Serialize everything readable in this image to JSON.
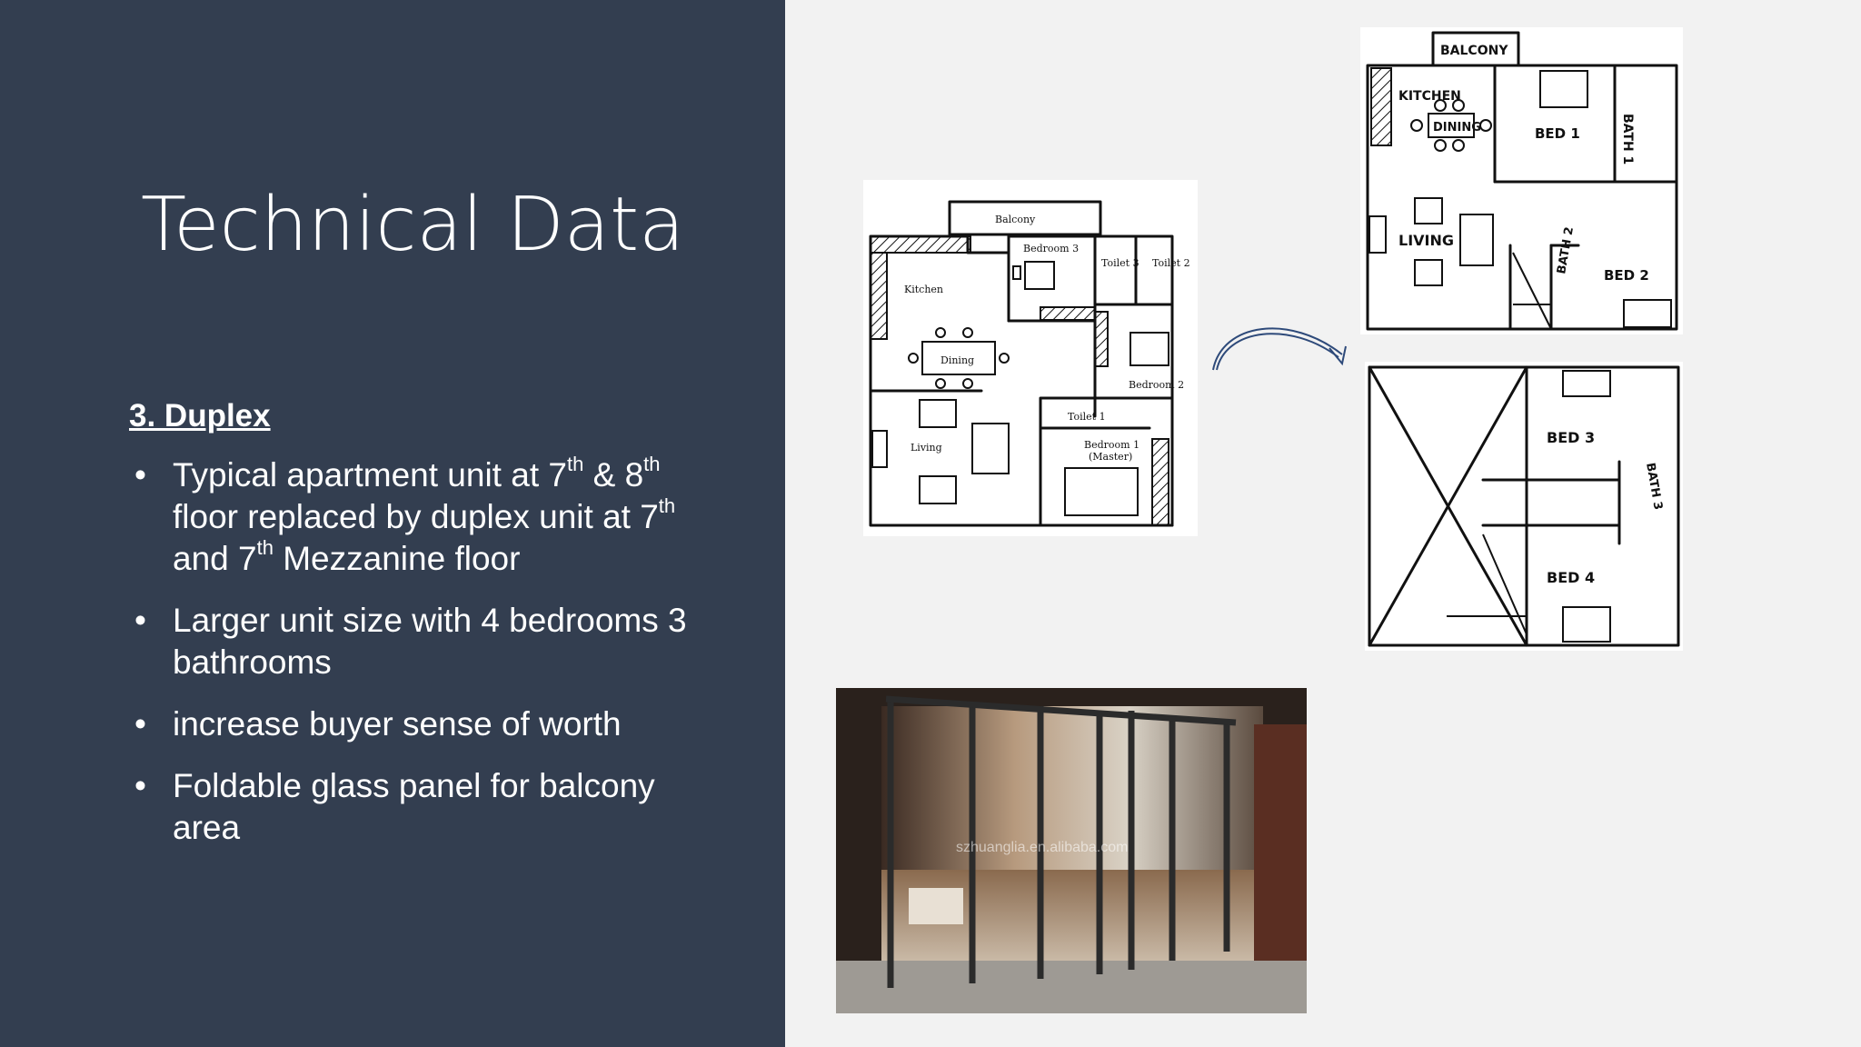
{
  "slide": {
    "title": "Technical Data",
    "section_heading": "3. Duplex",
    "bullets": [
      {
        "parts": [
          "Typical apartment unit at 7",
          "th",
          " & 8",
          "th",
          " floor replaced by duplex unit at 7",
          "th",
          " and 7",
          "th",
          " Mezzanine floor"
        ]
      },
      {
        "text": "Larger unit size with 4 bedrooms 3 bathrooms"
      },
      {
        "text": "increase buyer sense of worth"
      },
      {
        "text": "Foldable glass panel for balcony area"
      }
    ]
  },
  "typical_plan": {
    "labels": {
      "balcony": "Balcony",
      "kitchen": "Kitchen",
      "dining": "Dining",
      "living": "Living",
      "bedroom3": "Bedroom 3",
      "toilet3": "Toilet 3",
      "toilet2": "Toilet 2",
      "bedroom2": "Bedroom 2",
      "toilet1": "Toilet 1",
      "bedroom1": "Bedroom 1",
      "master": "(Master)"
    }
  },
  "duplex_upper_plan": {
    "labels": {
      "balcony": "BALCONY",
      "kitchen": "KITCHEN",
      "dining": "DINING",
      "bed1": "BED 1",
      "bath1": "BATH 1",
      "living": "LIVING",
      "bath2": "BATH 2",
      "bed2": "BED 2"
    }
  },
  "duplex_mezz_plan": {
    "labels": {
      "bed3": "BED 3",
      "bath3": "BATH 3",
      "bed4": "BED 4"
    }
  },
  "photo": {
    "watermark": "szhuanglia.en.alibaba.com"
  },
  "colors": {
    "panel": "#333e50",
    "background": "#f2f2f2",
    "arrow": "#2e4a7a"
  },
  "icons": {
    "arrow": "curved-arrow-icon"
  }
}
